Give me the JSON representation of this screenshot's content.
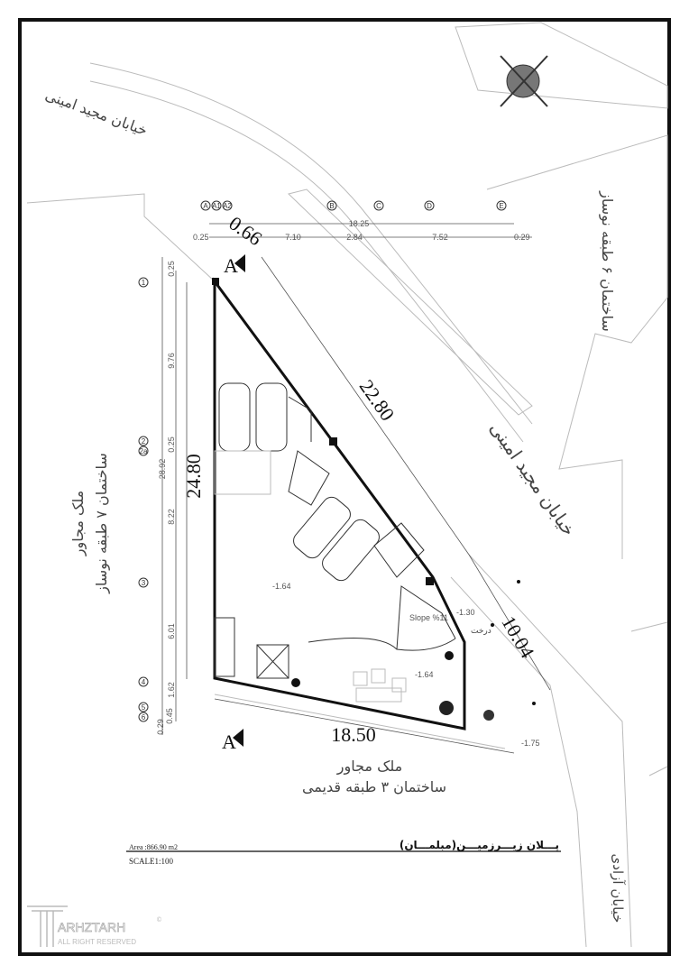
{
  "drawing": {
    "title": "پـــلان زیـــرزمیـــن(مبلمـــان)",
    "area": "Area :866.90 m2",
    "scale": "SCALE1:100",
    "logo": {
      "name": "ARHZTARH",
      "subtitle": "ALL RIGHT RESERVED",
      "mark": "©"
    }
  },
  "labels": {
    "street_top": "خیابان مجید امینی",
    "street_diagonal": "خیابان مجید امینی",
    "street_right": "خیابان آزادی",
    "building_right": "ساختمان ۶ طبقه نوساز",
    "neighbor_left_1": "ملک مجاور",
    "neighbor_left_2": "ساختمان ۷ طبقه نوساز",
    "neighbor_bottom_1": "ملک مجاور",
    "neighbor_bottom_2": "ساختمان ۳ طبقه قدیمی",
    "tree": "درخت",
    "slope": "Slope %11",
    "section_mark": "A"
  },
  "dimensions": {
    "main": {
      "left": "24.80",
      "diagonal": "22.80",
      "bottom": "18.50",
      "right": "10.04",
      "corner": "0.66"
    },
    "top_total": "18.25",
    "top_segments": [
      "0.25",
      "7.10",
      "2.84",
      "7.52",
      "0.29"
    ],
    "left_total": "28.92",
    "left_segments": [
      "0.25",
      "9.76",
      "0.25",
      "8.22",
      "6.01",
      "1.62",
      "0.45",
      "0.29"
    ],
    "levels": [
      "-1.64",
      "-1.30",
      "-1.64",
      "-1.75"
    ]
  },
  "grid_axes": {
    "columns": [
      "A",
      "A1",
      "A2",
      "B",
      "C",
      "D",
      "E"
    ],
    "rows": [
      "1",
      "2",
      "2a",
      "3",
      "4",
      "5",
      "6"
    ]
  }
}
